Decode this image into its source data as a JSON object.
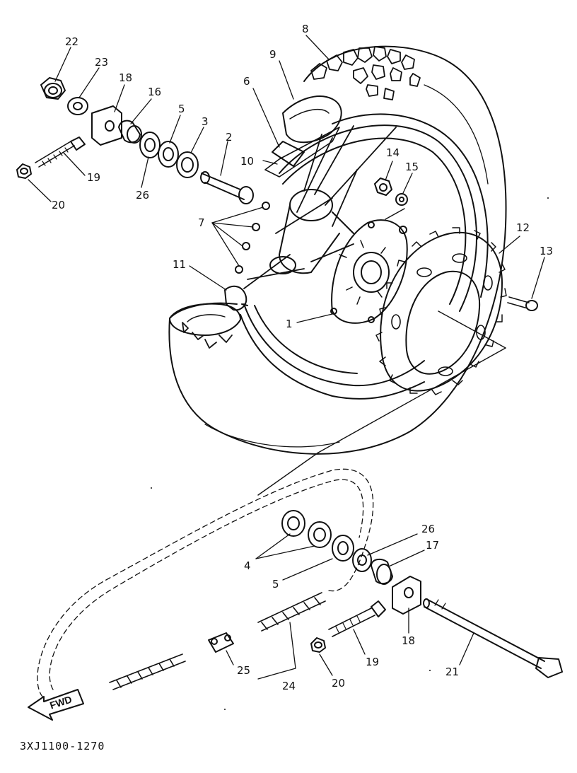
{
  "diagram": {
    "reference_code": "3XJ1100-1270",
    "fwd_label": "FWD",
    "callouts": [
      {
        "id": "c1",
        "text": "1"
      },
      {
        "id": "c2",
        "text": "2"
      },
      {
        "id": "c3",
        "text": "3"
      },
      {
        "id": "c4",
        "text": "4"
      },
      {
        "id": "c5a",
        "text": "5"
      },
      {
        "id": "c5b",
        "text": "5"
      },
      {
        "id": "c6",
        "text": "6"
      },
      {
        "id": "c7",
        "text": "7"
      },
      {
        "id": "c8",
        "text": "8"
      },
      {
        "id": "c9",
        "text": "9"
      },
      {
        "id": "c10",
        "text": "10"
      },
      {
        "id": "c11",
        "text": "11"
      },
      {
        "id": "c12",
        "text": "12"
      },
      {
        "id": "c13",
        "text": "13"
      },
      {
        "id": "c14",
        "text": "14"
      },
      {
        "id": "c15",
        "text": "15"
      },
      {
        "id": "c16",
        "text": "16"
      },
      {
        "id": "c17",
        "text": "17"
      },
      {
        "id": "c18a",
        "text": "18"
      },
      {
        "id": "c18b",
        "text": "18"
      },
      {
        "id": "c19a",
        "text": "19"
      },
      {
        "id": "c19b",
        "text": "19"
      },
      {
        "id": "c20a",
        "text": "20"
      },
      {
        "id": "c20b",
        "text": "20"
      },
      {
        "id": "c21",
        "text": "21"
      },
      {
        "id": "c22",
        "text": "22"
      },
      {
        "id": "c23",
        "text": "23"
      },
      {
        "id": "c24",
        "text": "24"
      },
      {
        "id": "c25",
        "text": "25"
      },
      {
        "id": "c26a",
        "text": "26"
      },
      {
        "id": "c26b",
        "text": "26"
      }
    ]
  }
}
